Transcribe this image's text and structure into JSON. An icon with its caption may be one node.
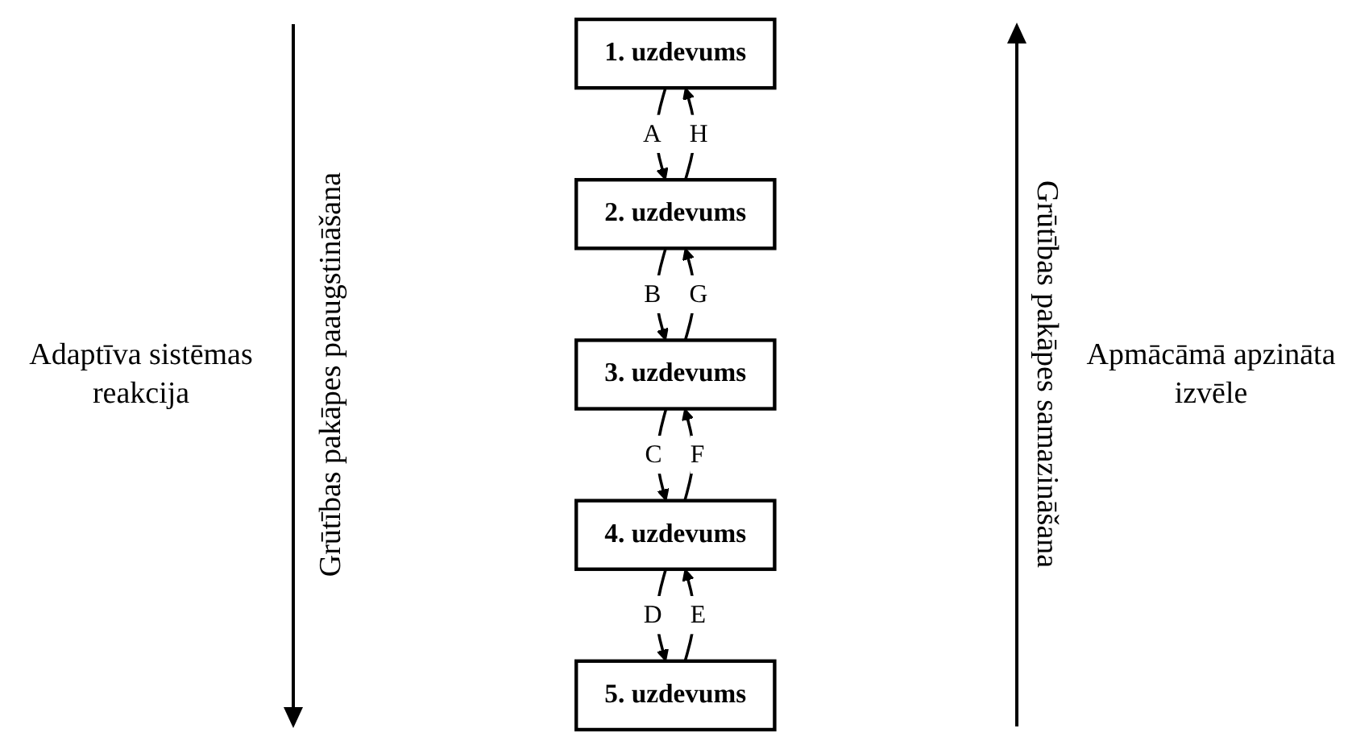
{
  "diagram": {
    "nodes": [
      {
        "text": [
          "1. uzdevums"
        ]
      },
      {
        "text": [
          "2. uzdevums"
        ]
      },
      {
        "text": [
          "3. uzdevums"
        ]
      },
      {
        "text": [
          "4. uzdevums"
        ]
      },
      {
        "text": [
          "5. uzdevums"
        ]
      }
    ],
    "edges": [
      {
        "from": 0,
        "to": 1,
        "arrow": "to",
        "label": "A"
      },
      {
        "from": 1,
        "to": 0,
        "arrow": "to",
        "label": "H"
      },
      {
        "from": 1,
        "to": 2,
        "arrow": "to",
        "label": "B"
      },
      {
        "from": 2,
        "to": 1,
        "arrow": "to",
        "label": "G"
      },
      {
        "from": 2,
        "to": 3,
        "arrow": "to",
        "label": "C"
      },
      {
        "from": 3,
        "to": 2,
        "arrow": "to",
        "label": "F"
      },
      {
        "from": 3,
        "to": 4,
        "arrow": "to",
        "label": "D"
      },
      {
        "from": 4,
        "to": 3,
        "arrow": "to",
        "label": "E"
      }
    ],
    "labels": [
      "Adaptīva sistēmas reakcija",
      "Grūtības pakāpes paaugstināšana",
      "Grūtības pakāpes samazināšana",
      "Apmācāmā apzināta izvēle"
    ]
  }
}
